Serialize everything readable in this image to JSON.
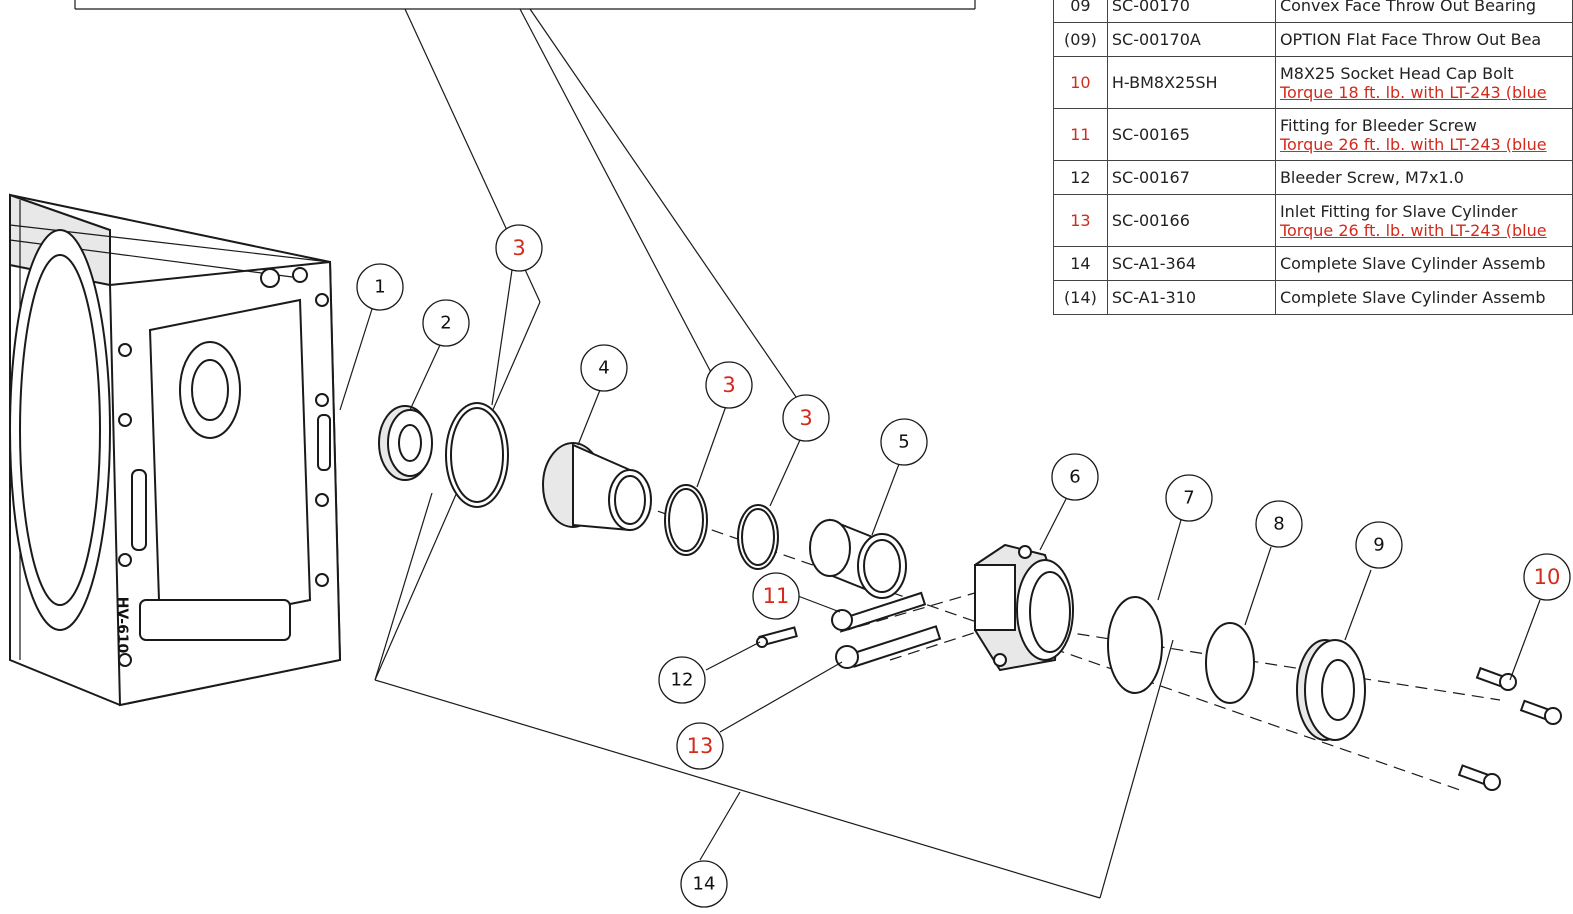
{
  "parts_table": {
    "rows": [
      {
        "item": "09",
        "part": "SC-00170",
        "desc": [
          "Convex Face Throw Out Bearing"
        ],
        "red_item": false,
        "torque": null
      },
      {
        "item": "(09)",
        "part": "SC-00170A",
        "desc": [
          "OPTION Flat Face Throw Out Bea"
        ],
        "red_item": false,
        "torque": null
      },
      {
        "item": "10",
        "part": "H-BM8X25SH",
        "desc": [
          "M8X25 Socket Head Cap Bolt"
        ],
        "red_item": true,
        "torque": "Torque 18 ft. lb. with LT-243 (blue"
      },
      {
        "item": "11",
        "part": "SC-00165",
        "desc": [
          "Fitting for Bleeder Screw"
        ],
        "red_item": true,
        "torque": "Torque 26 ft. lb. with LT-243 (blue"
      },
      {
        "item": "12",
        "part": "SC-00167",
        "desc": [
          "Bleeder Screw, M7x1.0"
        ],
        "red_item": false,
        "torque": null
      },
      {
        "item": "13",
        "part": "SC-00166",
        "desc": [
          "Inlet Fitting for Slave Cylinder"
        ],
        "red_item": true,
        "torque": "Torque 26 ft. lb. with LT-243 (blue"
      },
      {
        "item": "14",
        "part": "SC-A1-364",
        "desc": [
          "Complete Slave Cylinder Assemb"
        ],
        "red_item": false,
        "torque": null
      },
      {
        "item": "(14)",
        "part": "SC-A1-310",
        "desc": [
          "Complete Slave Cylinder Assemb"
        ],
        "red_item": false,
        "torque": null
      }
    ]
  },
  "housing_marking": "HV-610",
  "callouts": [
    {
      "label": "1",
      "red": false
    },
    {
      "label": "2",
      "red": false
    },
    {
      "label": "3",
      "red": true
    },
    {
      "label": "4",
      "red": false
    },
    {
      "label": "3",
      "red": true
    },
    {
      "label": "3",
      "red": true
    },
    {
      "label": "5",
      "red": false
    },
    {
      "label": "6",
      "red": false
    },
    {
      "label": "7",
      "red": false
    },
    {
      "label": "8",
      "red": false
    },
    {
      "label": "9",
      "red": false
    },
    {
      "label": "10",
      "red": true
    },
    {
      "label": "11",
      "red": true
    },
    {
      "label": "12",
      "red": false
    },
    {
      "label": "13",
      "red": true
    },
    {
      "label": "14",
      "red": false
    }
  ],
  "colors": {
    "accent_red": "#d42a1c",
    "line": "#1a1a1a"
  }
}
